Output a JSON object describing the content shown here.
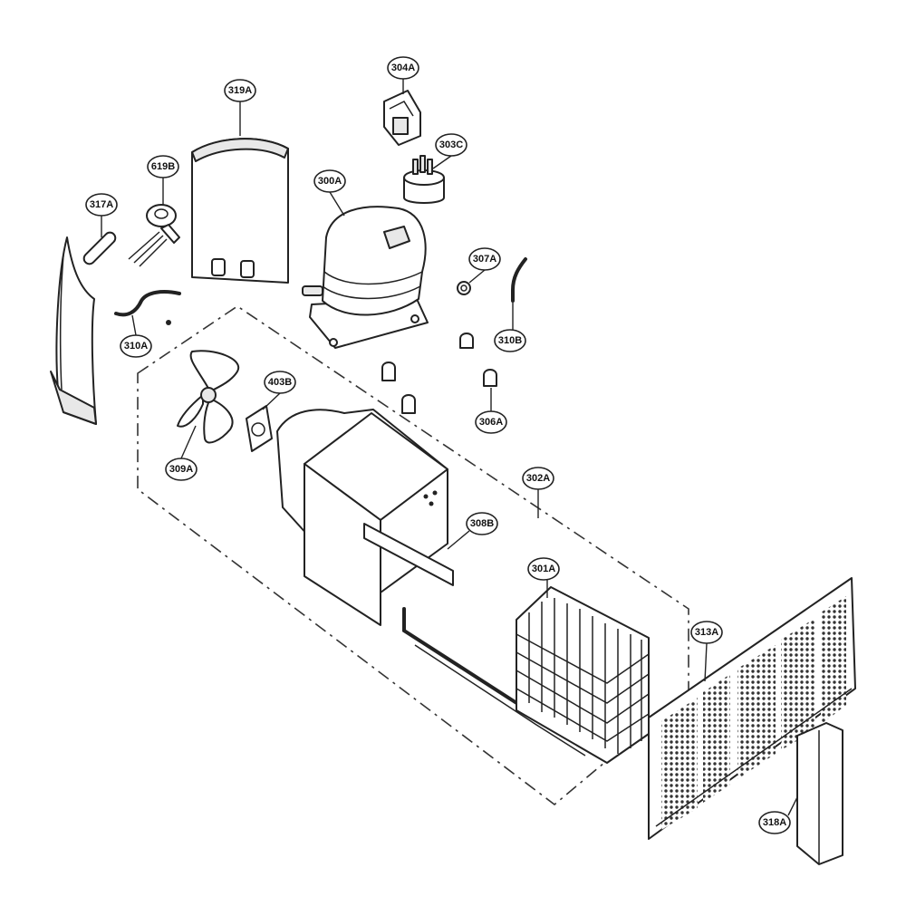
{
  "callouts": {
    "c319A": "319A",
    "c304A": "304A",
    "c303C": "303C",
    "c619B": "619B",
    "c300A": "300A",
    "c317A": "317A",
    "c307A": "307A",
    "c310A": "310A",
    "c310B": "310B",
    "c403B": "403B",
    "c306A": "306A",
    "c309A": "309A",
    "c302A": "302A",
    "c308B": "308B",
    "c301A": "301A",
    "c313A": "313A",
    "c318A": "318A"
  }
}
